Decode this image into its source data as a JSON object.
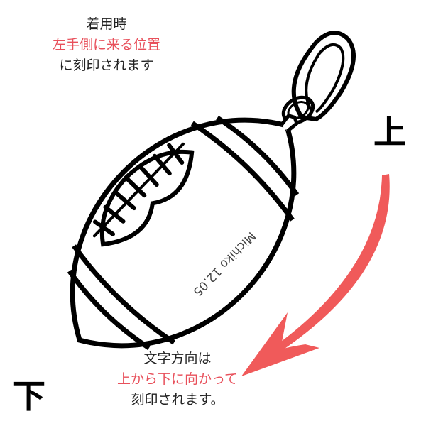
{
  "top_note": {
    "line1": "着用時",
    "line2": "左手側に来る位置",
    "line3": "に刻印されます"
  },
  "bottom_note": {
    "line1": "文字方向は",
    "line2": "上から下に向かって",
    "line3": "刻印されます。"
  },
  "direction": {
    "up": "上",
    "down": "下"
  },
  "engraving": "Michiko 12.05",
  "colors": {
    "accent": "#e8505b",
    "ink": "#000000"
  }
}
